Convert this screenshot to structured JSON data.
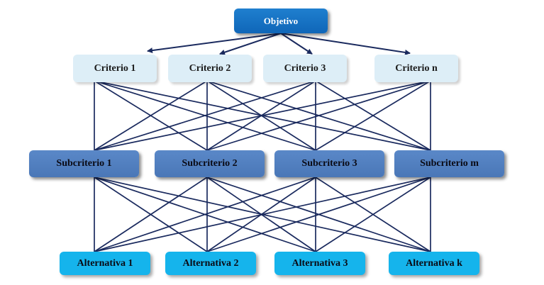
{
  "goal": {
    "label": "Objetivo"
  },
  "criteria": [
    "Criterio 1",
    "Criterio 2",
    "Criterio 3",
    "Criterio n"
  ],
  "subcriteria": [
    "Subcriterio 1",
    "Subcriterio 2",
    "Subcriterio 3",
    "Subcriterio m"
  ],
  "alternatives": [
    "Alternativa 1",
    "Alternativa 2",
    "Alternativa 3",
    "Alternativa k"
  ],
  "colors": {
    "goal": "#0f66b8",
    "criteria": "#ddeef7",
    "subcriteria": "#4a77b7",
    "alternatives": "#15b4ec",
    "links": "#1a2a5e"
  }
}
